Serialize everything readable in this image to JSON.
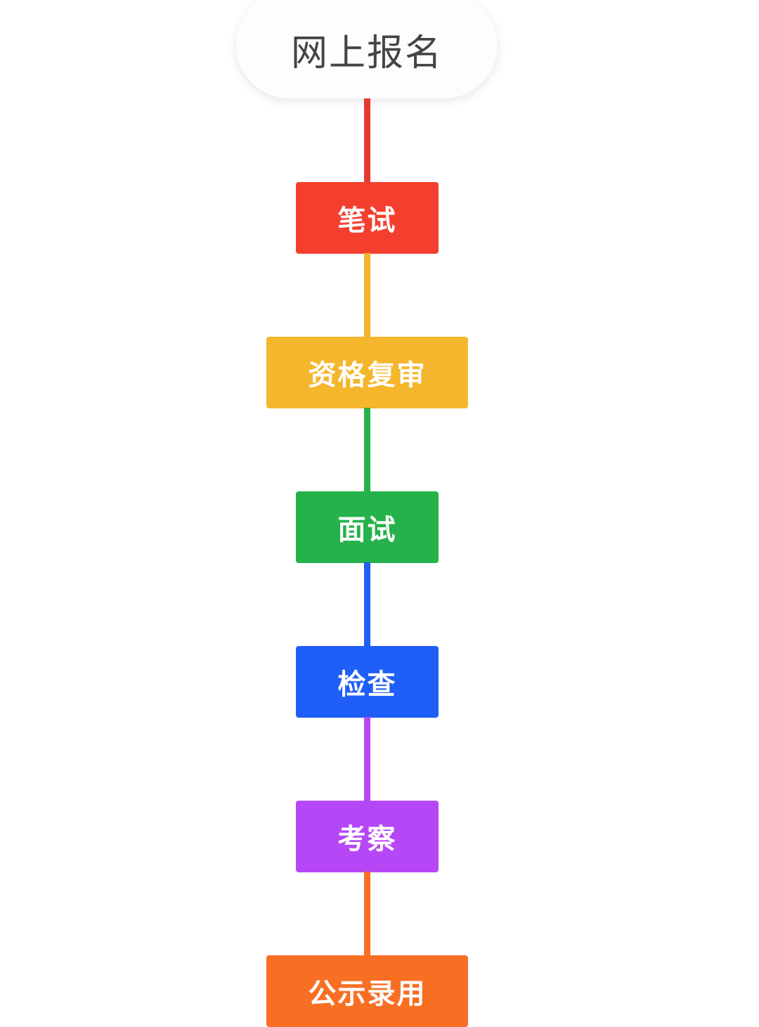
{
  "start": {
    "label": "网上报名"
  },
  "steps": [
    {
      "label": "笔试",
      "color": "#f43f2f",
      "line_color": "#e53a2f"
    },
    {
      "label": "资格复审",
      "color": "#f4b62c",
      "line_color": "#f0b52c"
    },
    {
      "label": "面试",
      "color": "#26b24a",
      "line_color": "#26b24a"
    },
    {
      "label": "检查",
      "color": "#1f5ef7",
      "line_color": "#1f5ef7"
    },
    {
      "label": "考察",
      "color": "#b647f6",
      "line_color": "#b647f6"
    },
    {
      "label": "公示录用",
      "color": "#f86f24",
      "line_color": "#f86f24"
    }
  ]
}
